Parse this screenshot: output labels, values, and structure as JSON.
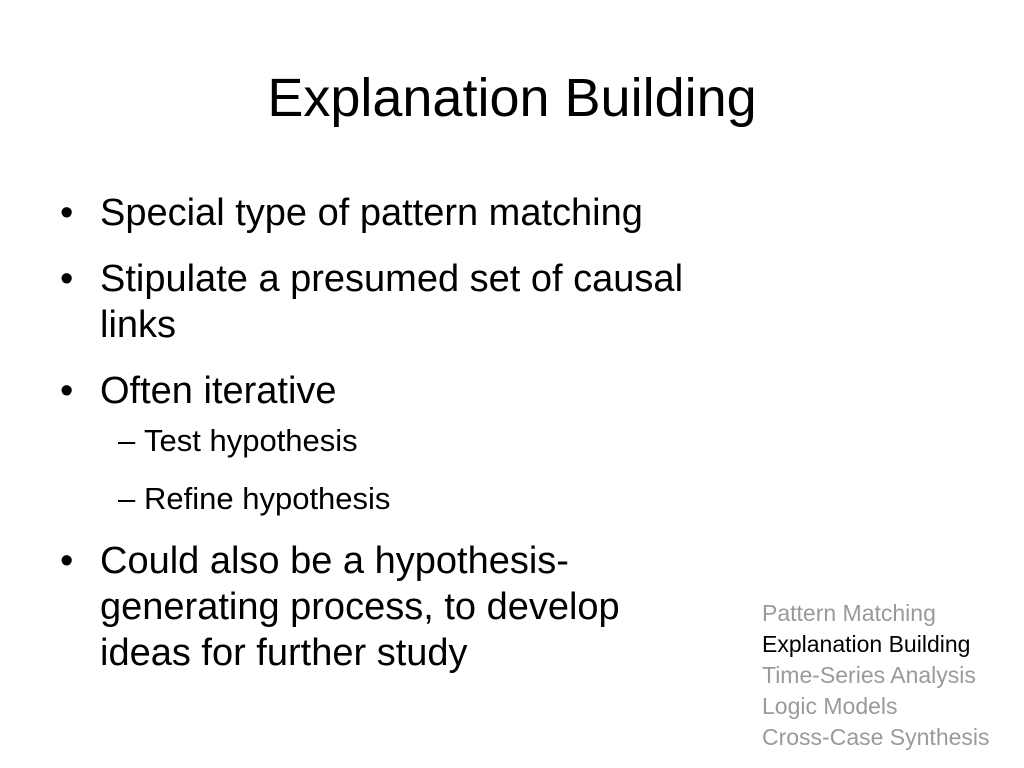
{
  "slide": {
    "title": "Explanation Building",
    "bullet_marker": "•",
    "sub_marker": "–",
    "bullets": [
      {
        "text": "Special type of pattern matching"
      },
      {
        "text": "Stipulate a presumed set of causal links"
      },
      {
        "text": "Often iterative",
        "subs": [
          "Test hypothesis",
          "Refine hypothesis"
        ]
      },
      {
        "text": "Could also be a hypothesis-generating process, to develop ideas for further study"
      }
    ]
  },
  "section_nav": {
    "items": [
      {
        "label": "Pattern Matching",
        "active": false
      },
      {
        "label": "Explanation Building",
        "active": true
      },
      {
        "label": "Time-Series Analysis",
        "active": false
      },
      {
        "label": "Logic Models",
        "active": false
      },
      {
        "label": "Cross-Case Synthesis",
        "active": false
      }
    ],
    "inactive_color": "#9a9a9a",
    "active_color": "#000000"
  }
}
